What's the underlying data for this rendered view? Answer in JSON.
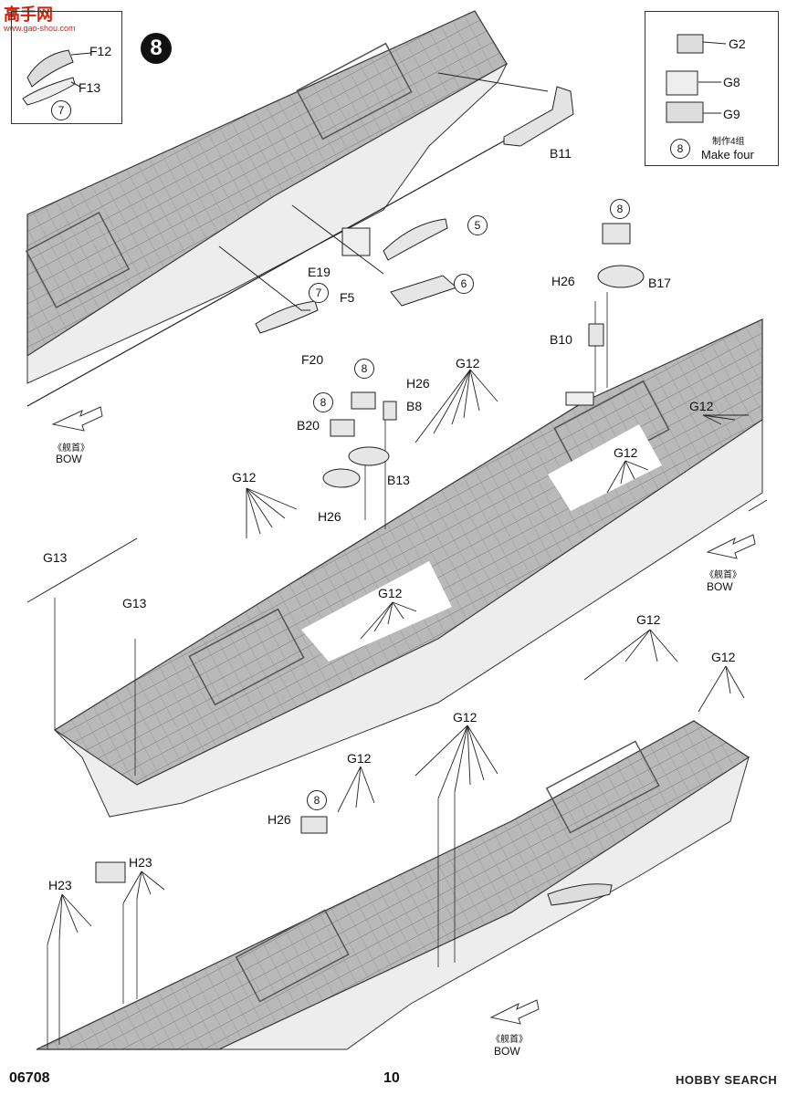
{
  "watermark": {
    "logo_text": "高手网",
    "logo_sub": "www.gao-shou.com",
    "hobby_search": "HOBBY SEARCH"
  },
  "step": {
    "number": "8"
  },
  "inset_left": {
    "parts": [
      "F12",
      "F13"
    ],
    "ref": "7"
  },
  "inset_right": {
    "parts": [
      "G2",
      "G8",
      "G9"
    ],
    "ref": "8",
    "note_cn": "制作4组",
    "note_en": "Make four"
  },
  "callouts": {
    "b11": "B11",
    "f5": "F5",
    "e19": "E19",
    "f20": "F20",
    "ref5": "5",
    "ref6": "6",
    "ref7": "7",
    "b17": "B17",
    "h26_a": "H26",
    "b10": "B10",
    "ref8_a": "8",
    "h26_b": "H26",
    "b8": "B8",
    "ref8_b": "8",
    "ref8_c": "8",
    "b20": "B20",
    "b13": "B13",
    "h26_c": "H26",
    "g13_a": "G13",
    "g13_b": "G13",
    "h26_d": "H26",
    "ref8_d": "8",
    "h23_a": "H23",
    "h23_b": "H23"
  },
  "g12_labels": [
    "G12",
    "G12",
    "G12",
    "G12",
    "G12",
    "G12",
    "G12",
    "G12"
  ],
  "bow_labels": [
    {
      "cn": "《舰首》",
      "en": "BOW"
    },
    {
      "cn": "《舰首》",
      "en": "BOW"
    },
    {
      "cn": "《舰首》",
      "en": "BOW"
    }
  ],
  "footer": {
    "code": "06708",
    "page": "10"
  }
}
